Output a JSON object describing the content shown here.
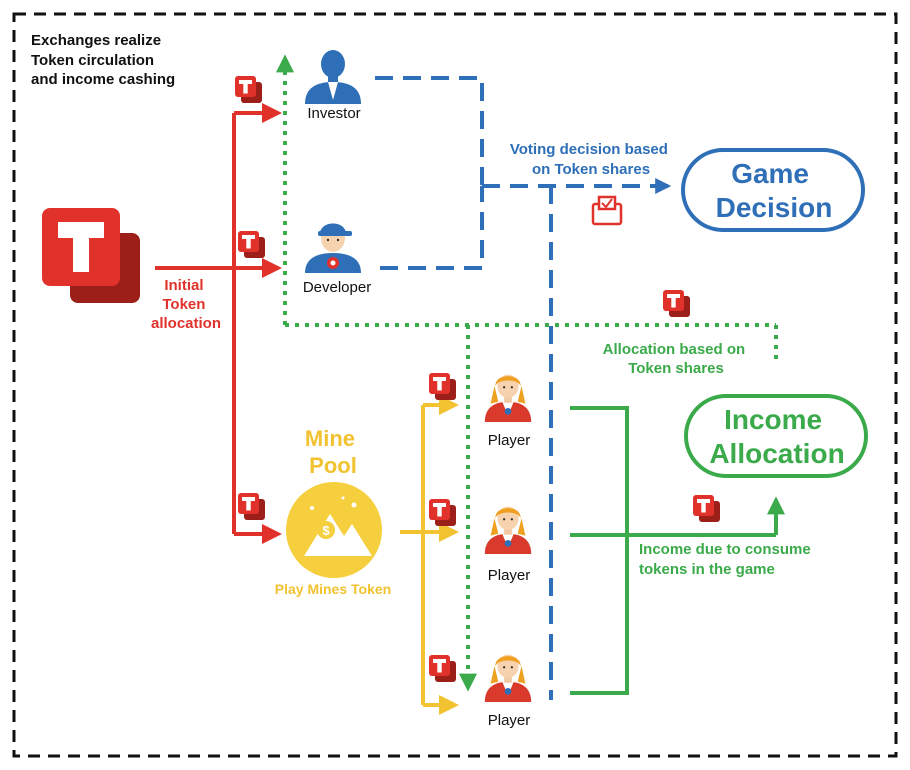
{
  "title_lines": [
    "Exchanges realize",
    "Token circulation",
    "and income cashing"
  ],
  "colors": {
    "red": "#e0322b",
    "blue": "#2e6fb7",
    "green": "#3aaa4a",
    "yellow": "#f2c230",
    "black": "#111111"
  },
  "icons": [
    "token-icon",
    "investor-icon",
    "developer-icon",
    "player-icon",
    "mine-pool-icon",
    "ballot-box-icon"
  ],
  "labels": {
    "initial_allocation": [
      "Initial",
      "Token",
      "allocation"
    ],
    "investor": "Investor",
    "developer": "Developer",
    "players": [
      "Player",
      "Player",
      "Player"
    ],
    "mine_pool": [
      "Mine",
      "Pool"
    ],
    "play_mines_token": "Play Mines Token",
    "voting": [
      "Voting decision based",
      "on Token shares"
    ],
    "allocation_shares": [
      "Allocation based on",
      "Token shares"
    ],
    "income_due": [
      "Income due to consume",
      "tokens in the game"
    ]
  },
  "boxes": {
    "game_decision": [
      "Game",
      "Decision"
    ],
    "income_allocation": [
      "Income",
      "Allocation"
    ]
  }
}
